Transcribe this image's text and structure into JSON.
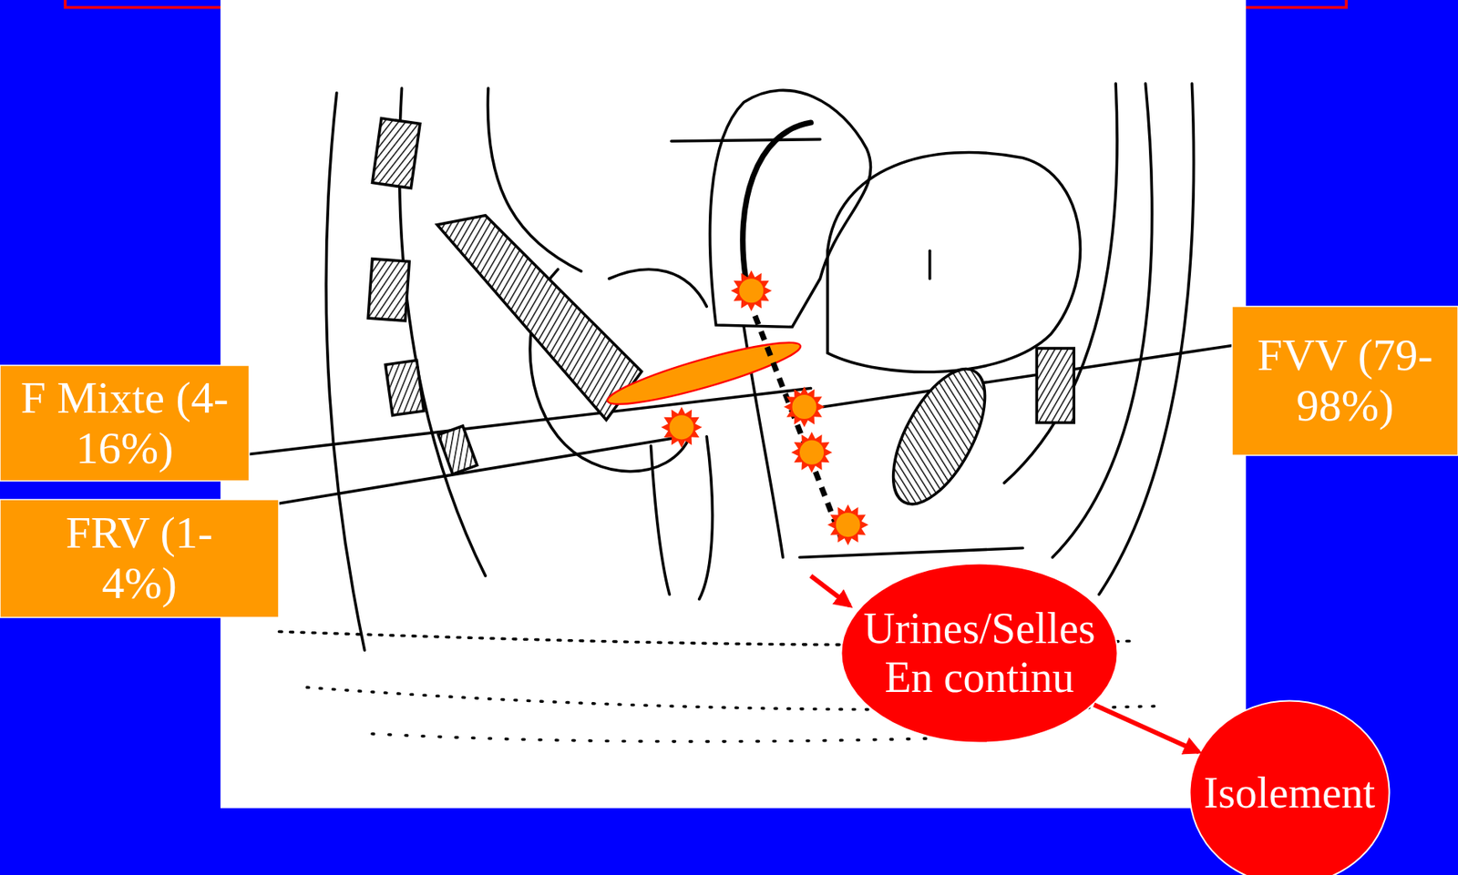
{
  "diagram": {
    "nodes": [
      {
        "text": [
          "F Mixte (4-16%)"
        ]
      },
      {
        "text": [
          "FRV (1-4%)"
        ]
      },
      {
        "text": [
          "FVV (79-98%)"
        ]
      },
      {
        "text": [
          "Urines/Selles En continu"
        ]
      },
      {
        "text": [
          "Isolement"
        ]
      }
    ],
    "edges": [
      {
        "from": 3,
        "to": 4,
        "arrow": "to"
      }
    ]
  }
}
